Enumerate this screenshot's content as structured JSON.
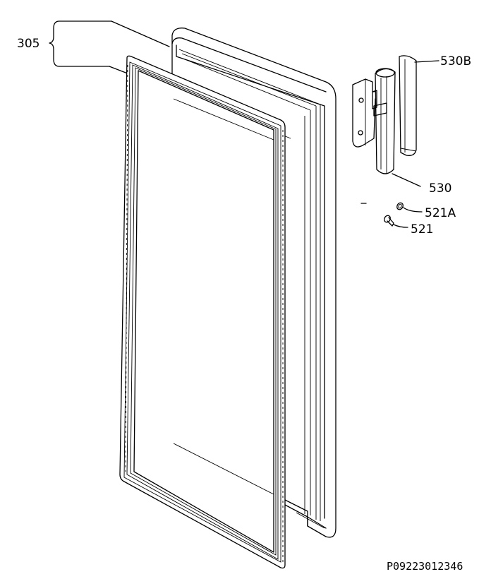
{
  "labels": {
    "door_assembly": "305",
    "hinge_cover": "530B",
    "hinge": "530",
    "screw_washer": "521A",
    "screw": "521"
  },
  "reference_number": "P09223012346"
}
